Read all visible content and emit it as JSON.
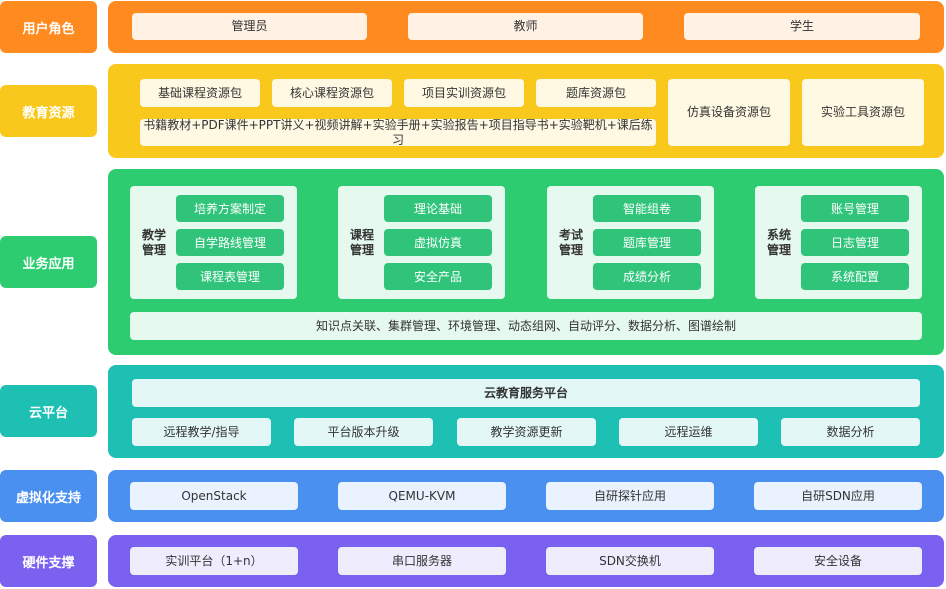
{
  "colors": {
    "user": "#ff8a1f",
    "edu": "#f8c81c",
    "biz": "#2ecc71",
    "cloud": "#1fc0b4",
    "virt": "#4a90f0",
    "hw": "#7b61f0"
  },
  "layers": {
    "user": {
      "label": "用户角色",
      "items": [
        "管理员",
        "教师",
        "学生"
      ]
    },
    "edu": {
      "label": "教育资源",
      "packs": [
        "基础课程资源包",
        "核心课程资源包",
        "项目实训资源包",
        "题库资源包"
      ],
      "pack_detail": "书籍教材+PDF课件+PPT讲义+视频讲解+实验手册+实验报告+项目指导书+实验靶机+课后练习",
      "side_packs": [
        "仿真设备资源包",
        "实验工具资源包"
      ]
    },
    "biz": {
      "label": "业务应用",
      "groups": [
        {
          "title": "教学\n管理",
          "items": [
            "培养方案制定",
            "自学路线管理",
            "课程表管理"
          ]
        },
        {
          "title": "课程\n管理",
          "items": [
            "理论基础",
            "虚拟仿真",
            "安全产品"
          ]
        },
        {
          "title": "考试\n管理",
          "items": [
            "智能组卷",
            "题库管理",
            "成绩分析"
          ]
        },
        {
          "title": "系统\n管理",
          "items": [
            "账号管理",
            "日志管理",
            "系统配置"
          ]
        }
      ],
      "footer": "知识点关联、集群管理、环境管理、动态组网、自动评分、数据分析、图谱绘制"
    },
    "cloud": {
      "label": "云平台",
      "title": "云教育服务平台",
      "items": [
        "远程教学/指导",
        "平台版本升级",
        "教学资源更新",
        "远程运维",
        "数据分析"
      ]
    },
    "virt": {
      "label": "虚拟化支持",
      "items": [
        "OpenStack",
        "QEMU-KVM",
        "自研探针应用",
        "自研SDN应用"
      ]
    },
    "hw": {
      "label": "硬件支撑",
      "items": [
        "实训平台（1+n）",
        "串口服务器",
        "SDN交换机",
        "安全设备"
      ]
    }
  }
}
